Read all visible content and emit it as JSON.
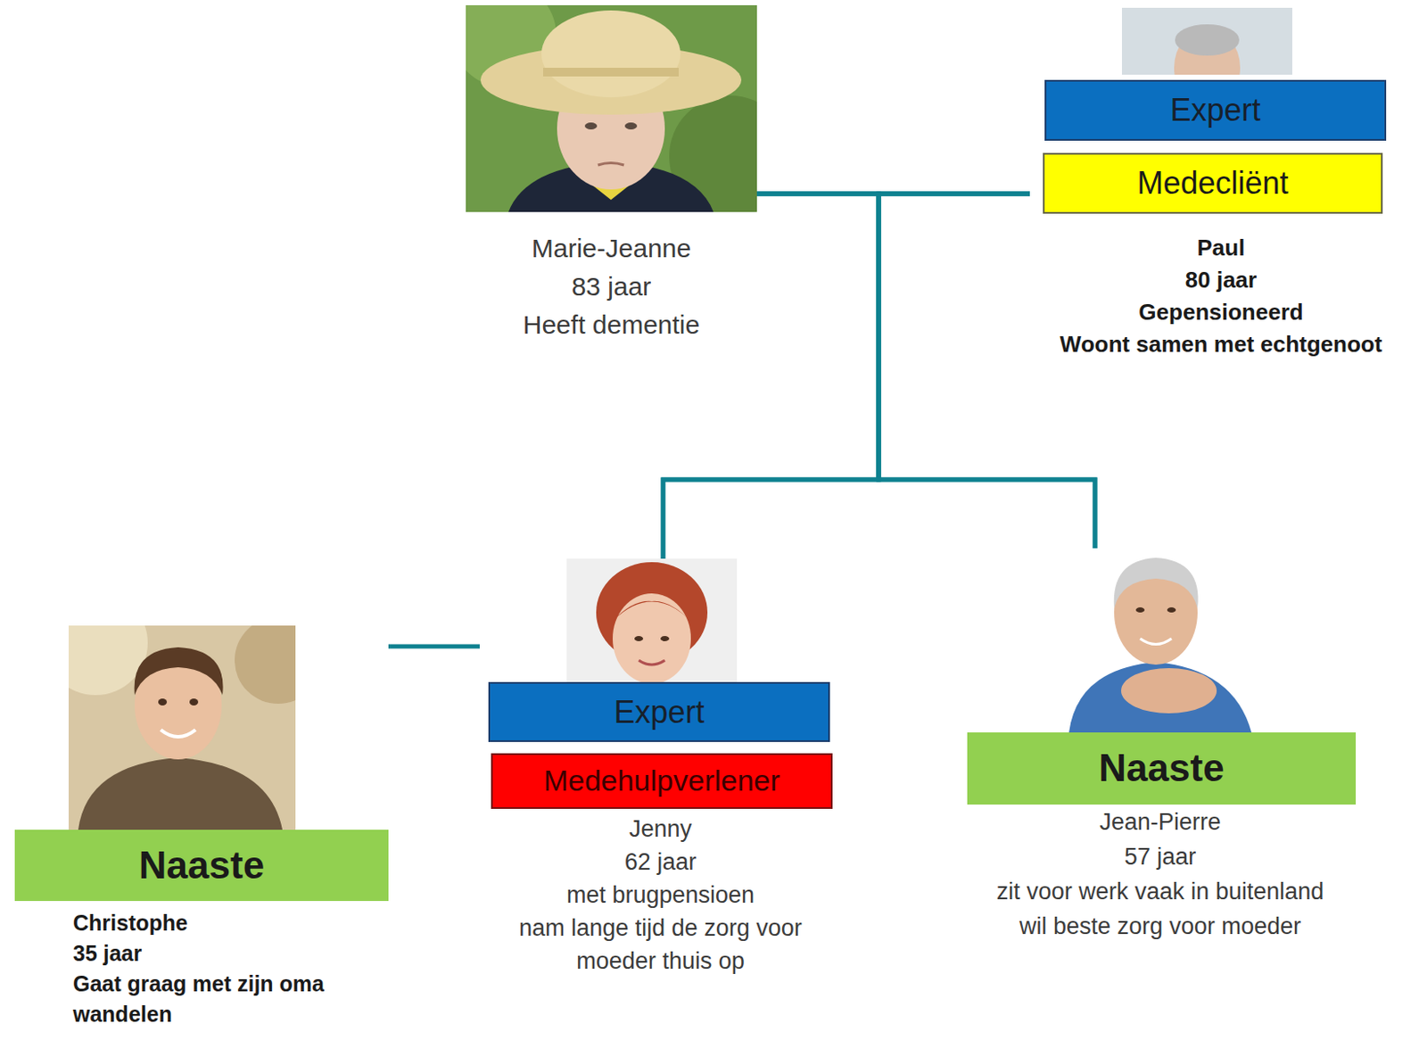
{
  "diagram": {
    "nodes": [
      {
        "text": [
          "Marie-Jeanne",
          "83 jaar",
          "Heeft dementie"
        ]
      },
      {
        "text": [
          "Paul",
          "80 jaar",
          "Gepensioneerd",
          "Woont samen met echtgenoot"
        ]
      },
      {
        "text": [
          "Expert"
        ],
        "in": 1
      },
      {
        "text": [
          "Medecliënt"
        ],
        "in": 1
      },
      {
        "text": [
          "Christophe",
          "35 jaar",
          "Gaat graag met zijn oma wandelen"
        ]
      },
      {
        "text": [
          "Naaste"
        ],
        "in": 4
      },
      {
        "text": [
          "Jenny",
          "62 jaar",
          "met brugpensioen",
          "nam lange tijd de zorg voor moeder thuis op"
        ]
      },
      {
        "text": [
          "Expert"
        ],
        "in": 6
      },
      {
        "text": [
          "Medehulpverlener"
        ],
        "in": 6
      },
      {
        "text": [
          "Jean-Pierre",
          "57 jaar",
          "zit voor werk vaak in buitenland",
          "wil beste zorg voor moeder"
        ]
      },
      {
        "text": [
          "Naaste"
        ],
        "in": 9
      }
    ],
    "edges": [
      {
        "from": 0,
        "to": 1,
        "arrow": "none"
      },
      {
        "from": 0,
        "to": 6,
        "arrow": "none"
      },
      {
        "from": 0,
        "to": 9,
        "arrow": "none"
      },
      {
        "from": 1,
        "to": 6,
        "arrow": "none"
      },
      {
        "from": 1,
        "to": 9,
        "arrow": "none"
      },
      {
        "from": 4,
        "to": 6,
        "arrow": "none"
      }
    ]
  }
}
